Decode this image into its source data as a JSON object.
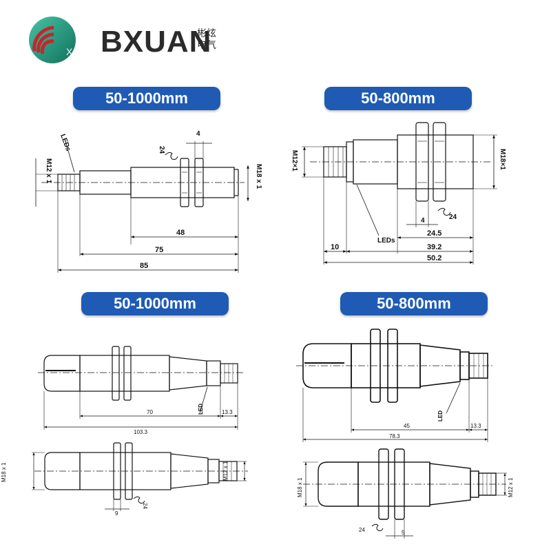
{
  "brand": {
    "name": "BXUAN",
    "cn_line1": "彬炫",
    "cn_line2": "电气",
    "logo_icon": "wireless-x-logo-icon"
  },
  "sections": [
    {
      "label": "50-1000mm"
    },
    {
      "label": "50-800mm"
    },
    {
      "label": "50-1000mm"
    },
    {
      "label": "50-800mm"
    }
  ],
  "d1": {
    "leds": "LEDs",
    "thread_left": "M12 x 1",
    "thread_right": "M18 x 1",
    "wrench": "24",
    "nut_w": "4",
    "dim_48": "48",
    "dim_75": "75",
    "dim_85": "85"
  },
  "d2": {
    "thread_left": "M12×1",
    "thread_right": "M18×1",
    "leds": "LEDs",
    "nut_w": "4",
    "wrench": "24",
    "dim_24_5": "24.5",
    "dim_10": "10",
    "dim_39_2": "39.2",
    "dim_50_2": "50.2"
  },
  "d3": {
    "led": "LED",
    "dim_70": "70",
    "dim_13_3": "13.3",
    "dim_103_3": "103.3"
  },
  "d4": {
    "led": "LED",
    "dim_45": "45",
    "dim_13_3": "13.3",
    "dim_78_3": "78.3"
  },
  "d5": {
    "thread_left": "M18 x 1",
    "thread_right": "M12 x 1",
    "dim_9": "9",
    "wrench": "24"
  },
  "d6": {
    "thread_left": "M18 x 1",
    "thread_right": "M12 x 1",
    "wrench": "24",
    "dim_5": "5"
  },
  "colors": {
    "pill": "#1f5bb5",
    "logo_green": "#1e9a7e",
    "logo_red": "#c8242b",
    "line": "#111111"
  }
}
